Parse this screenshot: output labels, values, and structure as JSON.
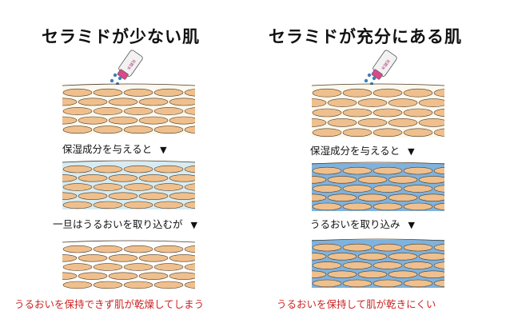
{
  "left": {
    "title": "セラミドが少ない肌",
    "bottle_label": "化粧水",
    "steps": [
      {
        "label": "保湿成分を与えると",
        "arrow": "▼"
      },
      {
        "label": "一旦はうるおいを取り込むが",
        "arrow": "▼"
      }
    ],
    "result": "うるおいを保持できず肌が乾燥してしまう"
  },
  "right": {
    "title": "セラミドが充分にある肌",
    "bottle_label": "化粧水",
    "steps": [
      {
        "label": "保湿成分を与えると",
        "arrow": "▼"
      },
      {
        "label": "うるおいを取り込み",
        "arrow": "▼"
      }
    ],
    "result": "うるおいを保持して肌が乾きにくい"
  },
  "colors": {
    "cell": "#efc08d",
    "cell_stroke": "#4a3a2a",
    "dry_bg": "#fdf8ec",
    "light_moist_bg": "#d6ecf2",
    "moist_bg": "#7fb2dc",
    "result_text": "#cc2222",
    "bottle_body": "#f2f2f2",
    "bottle_cap": "#d84a8a",
    "droplet": "#3f7fb8"
  }
}
